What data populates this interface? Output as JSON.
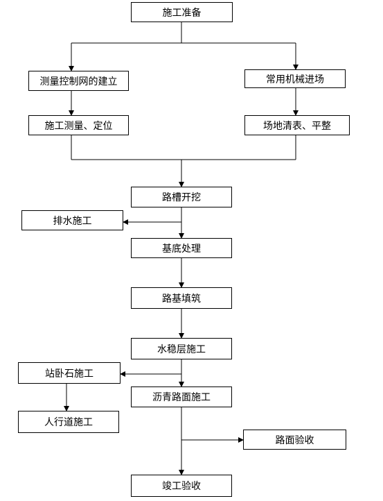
{
  "flowchart": {
    "nodes": {
      "prep": "施工准备",
      "survey_network": "测量控制网的建立",
      "machinery": "常用机械进场",
      "survey_position": "施工测量、定位",
      "site_clearing": "场地清表、平整",
      "trench_excavation": "路槽开挖",
      "drainage": "排水施工",
      "base_treatment": "基底处理",
      "subgrade_fill": "路基填筑",
      "cement_stabilized": "水稳层施工",
      "curb_stone": "站卧石施工",
      "asphalt": "沥青路面施工",
      "sidewalk": "人行道施工",
      "pavement_acceptance": "路面验收",
      "completion_acceptance": "竣工验收"
    }
  }
}
